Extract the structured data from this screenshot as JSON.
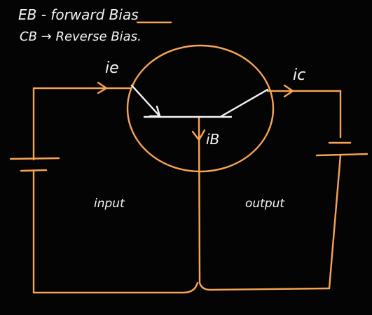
{
  "notes": {
    "line1": "EB - forward Bias",
    "line2": "CB → Reverse Bias."
  },
  "labels": {
    "emitter_current": "ie",
    "collector_current": "ic",
    "base_current": "iB",
    "input": "input",
    "output": "output"
  },
  "colors": {
    "background": "#040404",
    "chalk_white": "#f4f4f4",
    "chalk_orange": "#f6a455"
  }
}
